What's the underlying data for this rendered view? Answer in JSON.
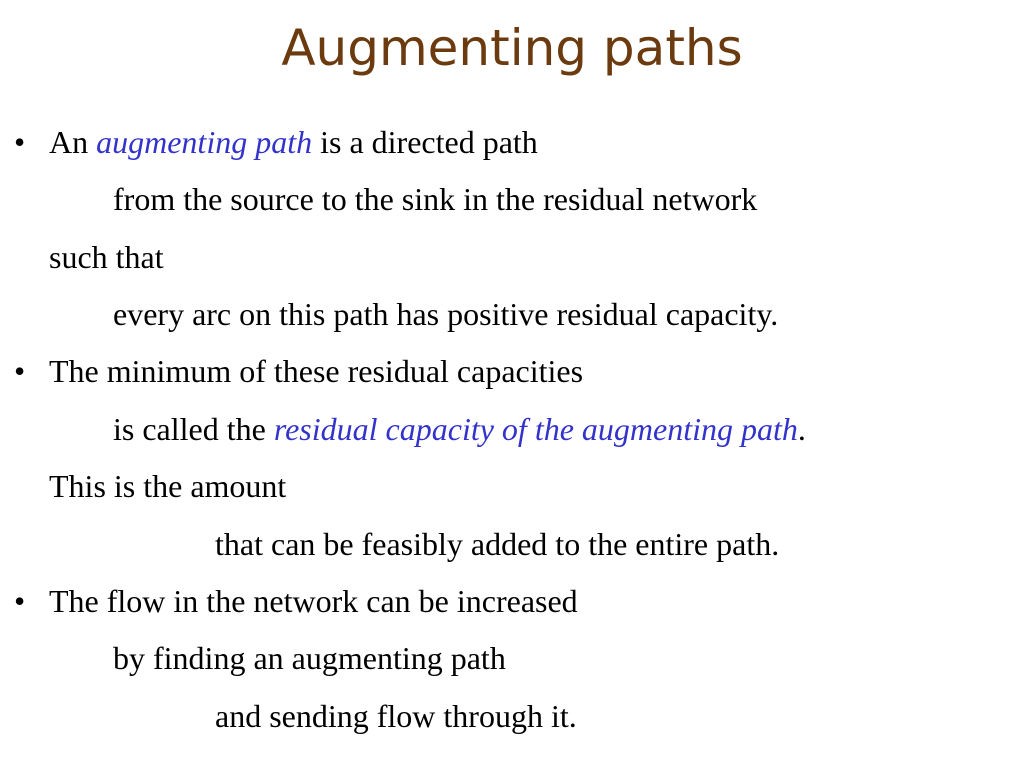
{
  "title": "Augmenting paths",
  "colors": {
    "title": "#6b3a0e",
    "emphasis": "#3333cc",
    "text": "#000000"
  },
  "bullet_glyph": "•",
  "bullets": [
    {
      "lines": [
        {
          "pre": "An ",
          "em": "augmenting path",
          "post": " is a directed path"
        },
        {
          "text": "from the source to the sink in the residual network"
        },
        {
          "text": "such that"
        },
        {
          "text": "every arc on this path has positive residual capacity."
        }
      ]
    },
    {
      "lines": [
        {
          "text": "The minimum of these residual capacities"
        },
        {
          "pre": "is called the ",
          "em": "residual capacity of the augmenting path",
          "post": "."
        },
        {
          "text": "This is the amount"
        },
        {
          "text": "that can be feasibly added to the entire path."
        }
      ]
    },
    {
      "lines": [
        {
          "text": "The flow in the network can be increased"
        },
        {
          "text": "by finding an augmenting path"
        },
        {
          "text": "and sending flow through it."
        }
      ]
    }
  ]
}
